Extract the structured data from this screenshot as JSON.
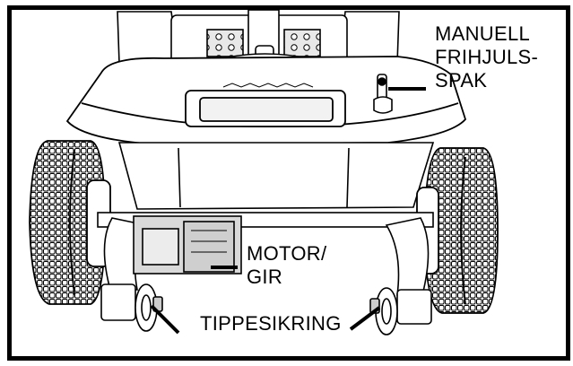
{
  "labels": {
    "freewheel_lever": [
      "MANUELL",
      "FRIHJULS-",
      "SPAK"
    ],
    "motor_gear": [
      "MOTOR/",
      "GIR"
    ],
    "anti_tip": "TIPPESIKRING"
  },
  "colors": {
    "ink": "#000000",
    "paper": "#ffffff",
    "shade": "#d9d9d9",
    "frame": "#000000"
  }
}
